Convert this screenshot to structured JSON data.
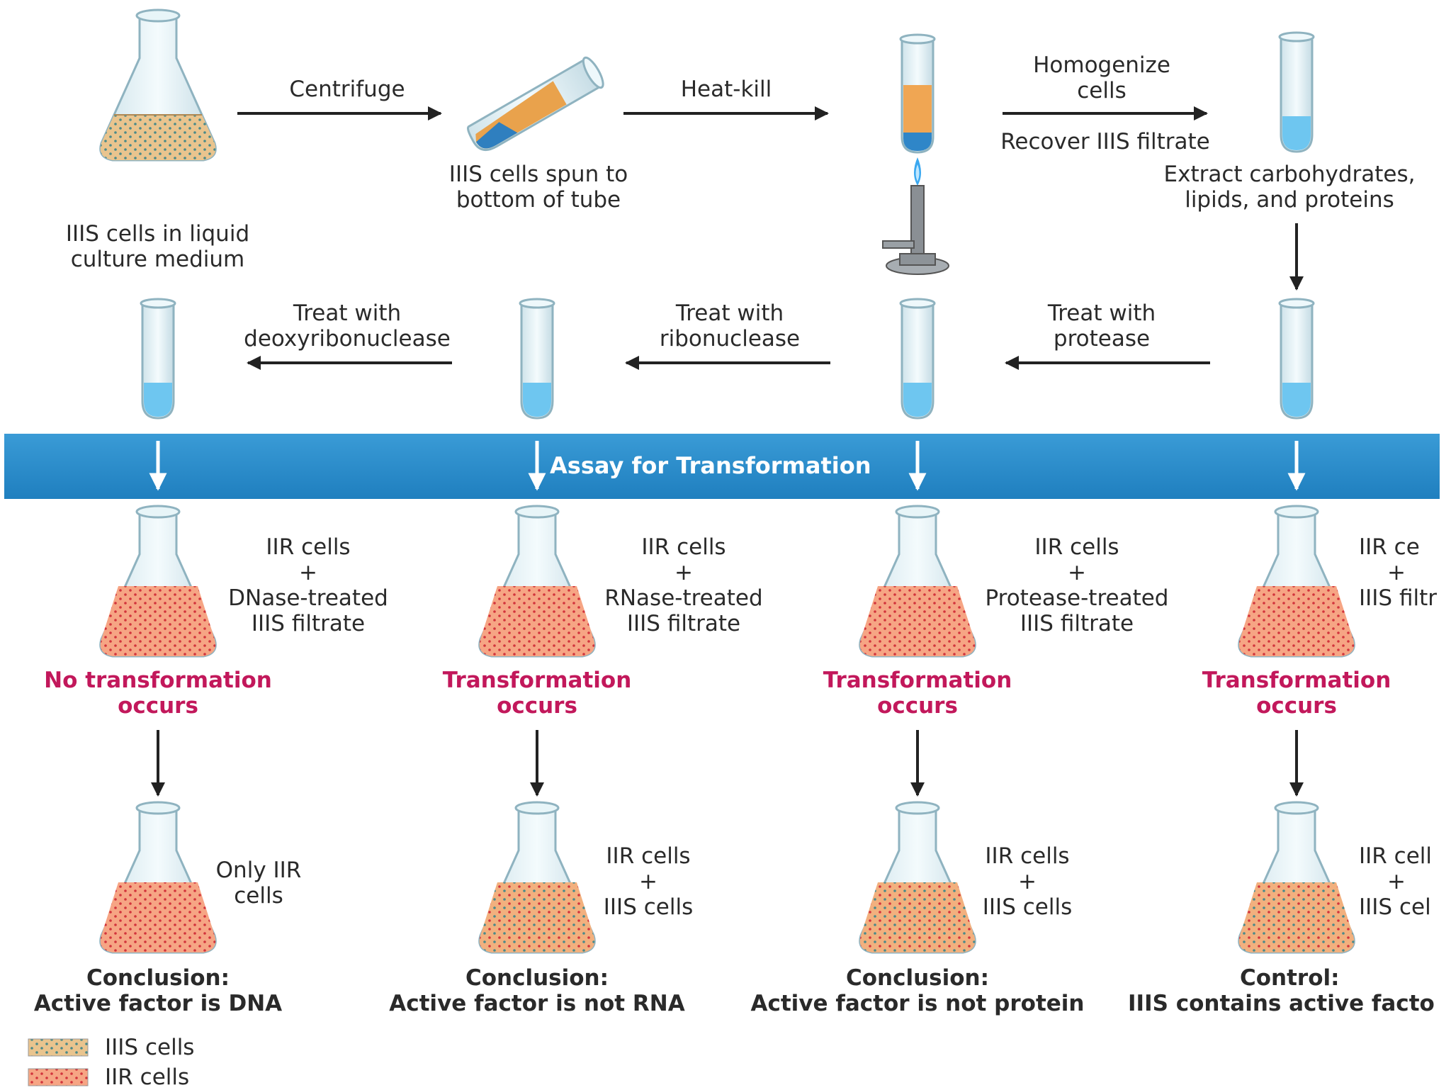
{
  "steps": {
    "start_label": [
      "IIIS cells in liquid",
      "culture medium"
    ],
    "centrifuge": "Centrifuge",
    "spun_label": [
      "IIIS cells spun to",
      "bottom of tube"
    ],
    "heat_kill": "Heat-kill",
    "homogenize": [
      "Homogenize",
      "cells"
    ],
    "recover": "Recover IIIS filtrate",
    "extract": [
      "Extract carbohydrates,",
      "lipids, and proteins"
    ],
    "protease": [
      "Treat with",
      "protease"
    ],
    "ribonuclease": [
      "Treat with",
      "ribonuclease"
    ],
    "deoxyribonuclease": [
      "Treat with",
      "deoxyribonuclease"
    ]
  },
  "band": {
    "title": "Assay for Transformation"
  },
  "columns": [
    {
      "mix": [
        "IIR cells",
        "+",
        "DNase-treated",
        "IIIS filtrate"
      ],
      "result": [
        "No transformation",
        "occurs"
      ],
      "final": [
        "Only IIR",
        "cells"
      ],
      "conclusion": [
        "Conclusion:",
        "Active factor is DNA"
      ]
    },
    {
      "mix": [
        "IIR cells",
        "+",
        "RNase-treated",
        "IIIS filtrate"
      ],
      "result": [
        "Transformation",
        "occurs"
      ],
      "final": [
        "IIR cells",
        "+",
        "IIIS cells"
      ],
      "conclusion": [
        "Conclusion:",
        "Active factor is not RNA"
      ]
    },
    {
      "mix": [
        "IIR cells",
        "+",
        "Protease-treated",
        "IIIS filtrate"
      ],
      "result": [
        "Transformation",
        "occurs"
      ],
      "final": [
        "IIR cells",
        "+",
        "IIIS cells"
      ],
      "conclusion": [
        "Conclusion:",
        "Active factor is not protein"
      ]
    },
    {
      "mix": [
        "IIR ce",
        "+",
        "IIIS filtr"
      ],
      "result": [
        "Transformation",
        "occurs"
      ],
      "final": [
        "IIR cell",
        "+",
        "IIIS cel"
      ],
      "conclusion": [
        "Control:",
        "IIIS contains active facto"
      ]
    }
  ],
  "legend": {
    "s_cells": "IIIS cells",
    "r_cells": "IIR cells"
  },
  "colors": {
    "band": "#2a8fcc",
    "result_text": "#c2185b",
    "s_culture": "#e6c08a",
    "r_culture": "#f29a7c",
    "filtrate": "#6ec6f0",
    "arrow": "#222222"
  }
}
